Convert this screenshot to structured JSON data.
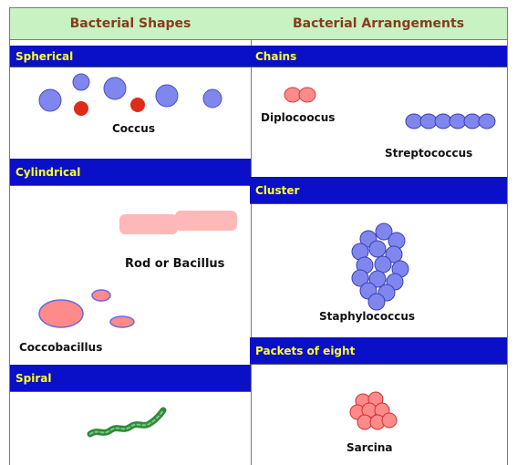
{
  "headers": {
    "left": "Bacterial Shapes",
    "right": "Bacterial Arrangements"
  },
  "shapes": {
    "spherical": {
      "title": "Spherical",
      "label": "Coccus"
    },
    "cylindrical": {
      "title": "Cylindrical",
      "rod_label": "Rod or Bacillus",
      "cocco_label": "Coccobacillus"
    },
    "spiral": {
      "title": "Spiral"
    }
  },
  "arrangements": {
    "chains": {
      "title": "Chains",
      "diplo_label": "Diplocoocus",
      "strepto_label": "Streptococcus"
    },
    "cluster": {
      "title": "Cluster",
      "label": "Staphylococcus"
    },
    "packets": {
      "title": "Packets of eight",
      "label": "Sarcina"
    }
  },
  "colors": {
    "header_bg": "#c8f2c2",
    "header_text": "#8b3a1e",
    "bar_bg": "#0a10c8",
    "bar_text": "#ffff2a",
    "blue_cell": "#7f86ee",
    "red_cell": "#e02a1a",
    "pink_cell": "#ff8a8a",
    "green_cell": "#2e8b3a"
  }
}
